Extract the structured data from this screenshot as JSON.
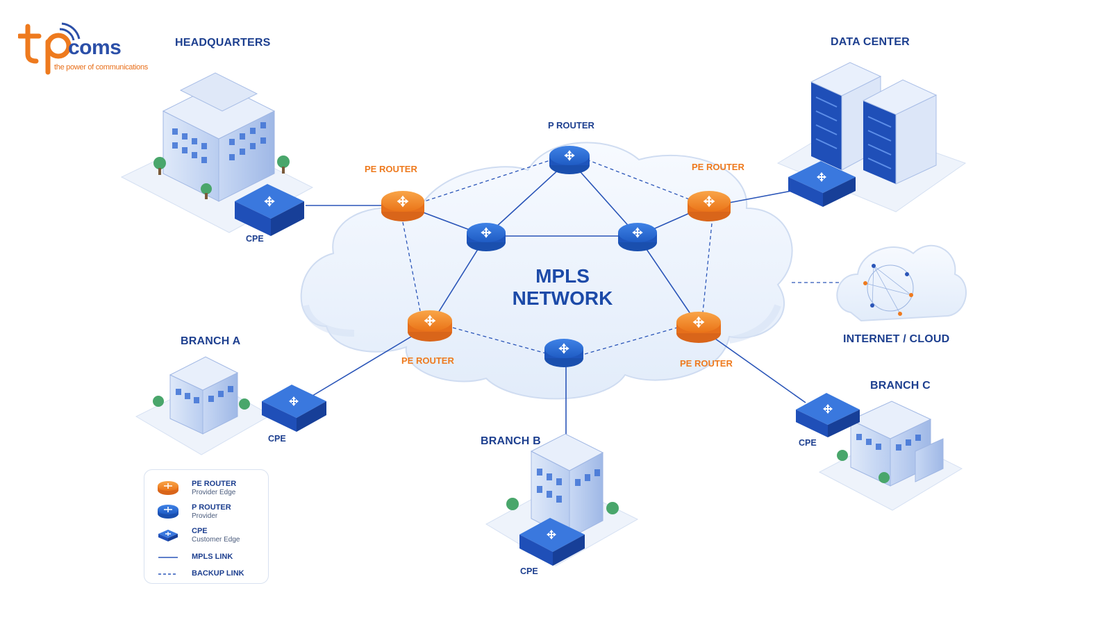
{
  "logo": {
    "brand_tp": "tp",
    "brand_coms": "coms",
    "tagline": "the power of communications"
  },
  "sites": {
    "headquarters": "HEADQUARTERS",
    "data_center": "DATA CENTER",
    "branch_a": "BRANCH A",
    "branch_b": "BRANCH B",
    "branch_c": "BRANCH C",
    "internet_cloud": "INTERNET / CLOUD"
  },
  "routers": {
    "p_router": "P ROUTER",
    "pe_top_left": "PE ROUTER",
    "pe_top_right": "PE ROUTER",
    "pe_bottom_left": "PE ROUTER",
    "pe_bottom_right": "PE ROUTER"
  },
  "cpe": {
    "hq": "CPE",
    "branch_a": "CPE",
    "branch_b": "CPE",
    "branch_c": "CPE"
  },
  "network": {
    "line1": "MPLS",
    "line2": "NETWORK"
  },
  "legend": {
    "pe_title": "PE ROUTER",
    "pe_sub": "Provider Edge",
    "p_title": "P ROUTER",
    "p_sub": "Provider",
    "cpe_title": "CPE",
    "cpe_sub": "Customer Edge",
    "mpls_link": "MPLS LINK",
    "backup_link": "BACKUP LINK"
  },
  "colors": {
    "pe_orange": "#f08a24",
    "p_blue": "#2f6fd6",
    "label_navy": "#1d3f8f",
    "cloud_fill": "#eef4fc",
    "link_blue": "#2a55b8"
  }
}
